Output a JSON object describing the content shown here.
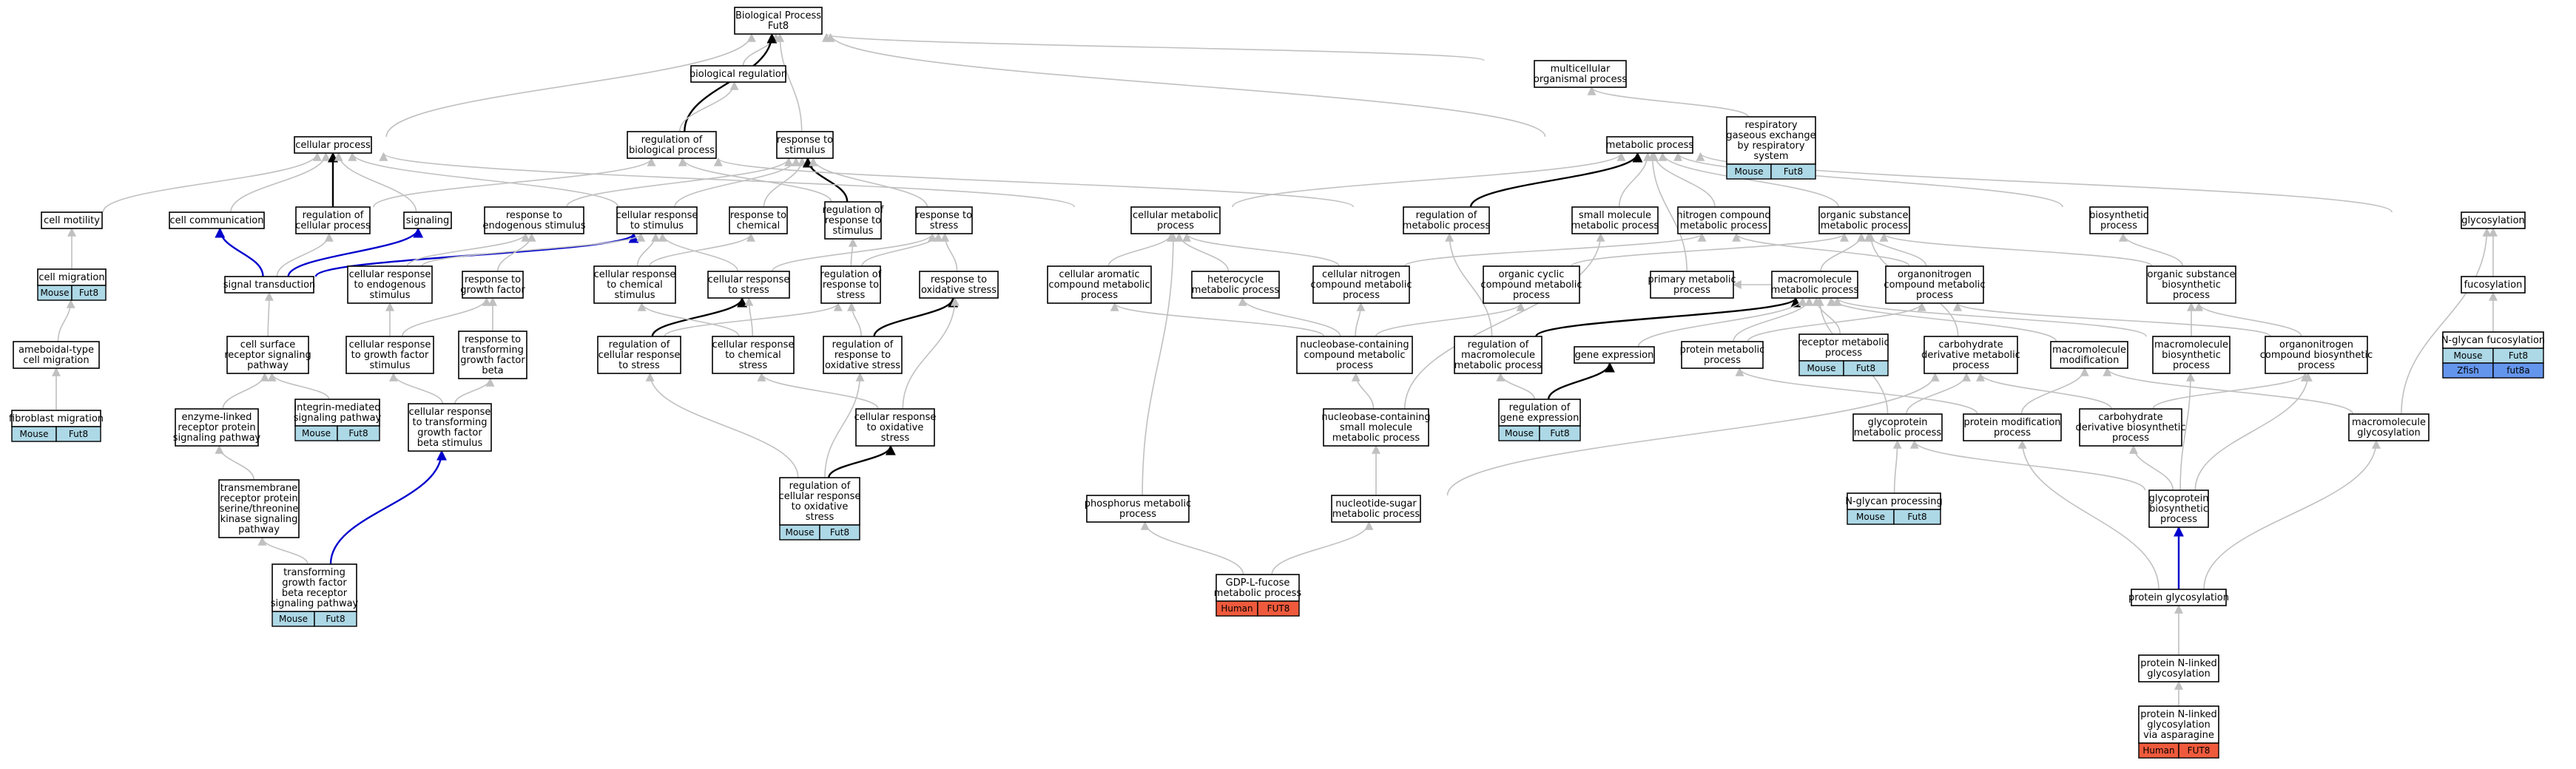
{
  "nodes": {
    "bp": [
      "Biological Process",
      "Fut8"
    ],
    "bioreg": [
      "biological regulation"
    ],
    "multiorg": [
      "multicellular",
      "organismal process"
    ],
    "respgas": [
      "respiratory",
      "gaseous exchange",
      "by respiratory",
      "system"
    ],
    "cellproc": [
      "cellular process"
    ],
    "regbio": [
      "regulation of",
      "biological process"
    ],
    "respstim": [
      "response to",
      "stimulus"
    ],
    "metab": [
      "metabolic process"
    ],
    "cellmot": [
      "cell motility"
    ],
    "cellcomm": [
      "cell communication"
    ],
    "regcell": [
      "regulation of",
      "cellular process"
    ],
    "signaling": [
      "signaling"
    ],
    "respendo": [
      "response to",
      "endogenous stimulus"
    ],
    "cellrespstim": [
      "cellular response",
      "to stimulus"
    ],
    "respchem": [
      "response to",
      "chemical"
    ],
    "regrespstim": [
      "regulation of",
      "response to",
      "stimulus"
    ],
    "respstress": [
      "response to",
      "stress"
    ],
    "cellmetab": [
      "cellular metabolic",
      "process"
    ],
    "regmetab": [
      "regulation of",
      "metabolic process"
    ],
    "smallmol": [
      "small molecule",
      "metabolic process"
    ],
    "nitrogen": [
      "nitrogen compound",
      "metabolic process"
    ],
    "organsub": [
      "organic substance",
      "metabolic process"
    ],
    "biosyn": [
      "biosynthetic",
      "process"
    ],
    "glycosylation": [
      "glycosylation"
    ],
    "cellmig": [
      "cell migration"
    ],
    "sigtrans": [
      "signal transduction"
    ],
    "cellrespendo": [
      "cellular response",
      "to endogenous",
      "stimulus"
    ],
    "respgf": [
      "response to",
      "growth factor"
    ],
    "cellrespchem": [
      "cellular response",
      "to chemical",
      "stimulus"
    ],
    "cellrespstress": [
      "cellular response",
      "to stress"
    ],
    "regrespstress": [
      "regulation of",
      "response to",
      "stress"
    ],
    "respox": [
      "response to",
      "oxidative stress"
    ],
    "cellarom": [
      "cellular aromatic",
      "compound metabolic",
      "process"
    ],
    "hetero": [
      "heterocycle",
      "metabolic process"
    ],
    "cellnitro": [
      "cellular nitrogen",
      "compound metabolic",
      "process"
    ],
    "orgcyclic": [
      "organic cyclic",
      "compound metabolic",
      "process"
    ],
    "primary": [
      "primary metabolic",
      "process"
    ],
    "macromol": [
      "macromolecule",
      "metabolic process"
    ],
    "organonitro": [
      "organonitrogen",
      "compound metabolic",
      "process"
    ],
    "orgsubbio": [
      "organic substance",
      "biosynthetic",
      "process"
    ],
    "fucosylation": [
      "fucosylation"
    ],
    "ameboid": [
      "ameboidal-type",
      "cell migration"
    ],
    "cellsurf": [
      "cell surface",
      "receptor signaling",
      "pathway"
    ],
    "cellrespgf": [
      "cellular response",
      "to growth factor",
      "stimulus"
    ],
    "resptgfb": [
      "response to",
      "transforming",
      "growth factor",
      "beta"
    ],
    "regcellrespstress": [
      "regulation of",
      "cellular response",
      "to stress"
    ],
    "cellrespchemstress": [
      "cellular response",
      "to chemical",
      "stress"
    ],
    "regrespox": [
      "regulation of",
      "response to",
      "oxidative stress"
    ],
    "nucleocont": [
      "nucleobase-containing",
      "compound metabolic",
      "process"
    ],
    "regmacro": [
      "regulation of",
      "macromolecule",
      "metabolic process"
    ],
    "geneexp": [
      "gene expression"
    ],
    "protmetab": [
      "protein metabolic",
      "process"
    ],
    "recmetab": [
      "receptor metabolic",
      "process"
    ],
    "carbderiv": [
      "carbohydrate",
      "derivative metabolic",
      "process"
    ],
    "macromod": [
      "macromolecule",
      "modification"
    ],
    "macrobio": [
      "macromolecule",
      "biosynthetic",
      "process"
    ],
    "organonitrobio": [
      "organonitrogen",
      "compound biosynthetic",
      "process"
    ],
    "nglycanfuc": [
      "N-glycan fucosylation"
    ],
    "fibromig": [
      "fibroblast migration"
    ],
    "enzlinked": [
      "enzyme-linked",
      "receptor protein",
      "signaling pathway"
    ],
    "integrin": [
      "integrin-mediated",
      "signaling pathway"
    ],
    "cellresptgfb": [
      "cellular response",
      "to transforming",
      "growth factor",
      "beta stimulus"
    ],
    "cellrespox": [
      "cellular response",
      "to oxidative",
      "stress"
    ],
    "nucleosmall": [
      "nucleobase-containing",
      "small molecule",
      "metabolic process"
    ],
    "reggeneexp": [
      "regulation of",
      "gene expression"
    ],
    "glycoprotmetab": [
      "glycoprotein",
      "metabolic process"
    ],
    "protmod": [
      "protein modification",
      "process"
    ],
    "carbderivbio": [
      "carbohydrate",
      "derivative biosynthetic",
      "process"
    ],
    "macroglyc": [
      "macromolecule",
      "glycosylation"
    ],
    "transmem": [
      "transmembrane",
      "receptor protein",
      "serine/threonine",
      "kinase signaling",
      "pathway"
    ],
    "regcellrespox": [
      "regulation of",
      "cellular response",
      "to oxidative",
      "stress"
    ],
    "phosphorus": [
      "phosphorus metabolic",
      "process"
    ],
    "nucsugar": [
      "nucleotide-sugar",
      "metabolic process"
    ],
    "nglycanproc": [
      "N-glycan processing"
    ],
    "glycoprotbio": [
      "glycoprotein",
      "biosynthetic",
      "process"
    ],
    "tgfbpath": [
      "transforming",
      "growth factor",
      "beta receptor",
      "signaling pathway"
    ],
    "gdpfucose": [
      "GDP-L-fucose",
      "metabolic process"
    ],
    "protglyc": [
      "protein glycosylation"
    ],
    "protnlinked": [
      "protein N-linked",
      "glycosylation"
    ],
    "protnasn": [
      "protein N-linked",
      "glycosylation",
      "via asparagine"
    ]
  },
  "species": {
    "respgas": [
      "Mouse",
      "Fut8"
    ],
    "cellmig": [
      "Mouse",
      "Fut8"
    ],
    "fibromig": [
      "Mouse",
      "Fut8"
    ],
    "integrin": [
      "Mouse",
      "Fut8"
    ],
    "tgfbpath": [
      "Mouse",
      "Fut8"
    ],
    "regcellrespox": [
      "Mouse",
      "Fut8"
    ],
    "reggeneexp": [
      "Mouse",
      "Fut8"
    ],
    "recmetab": [
      "Mouse",
      "Fut8"
    ],
    "nglycanproc": [
      "Mouse",
      "Fut8"
    ],
    "gdpfucose": [
      "Human",
      "FUT8"
    ],
    "protnasn": [
      "Human",
      "FUT8"
    ],
    "nglycanfuc": [
      [
        "Mouse",
        "Fut8"
      ],
      [
        "Zfish",
        "fut8a"
      ]
    ]
  },
  "colors": {
    "mouse": "#add8e6",
    "human": "#ef5a3c",
    "zfish": "#6495ed",
    "gray_edge": "#c0c0c0",
    "black_edge": "#000000",
    "blue_edge": "#0000cc"
  }
}
